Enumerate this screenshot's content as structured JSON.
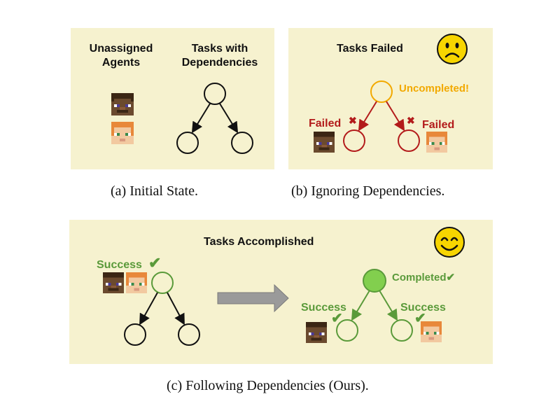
{
  "panel_a": {
    "unassigned_line1": "Unassigned",
    "unassigned_line2": "Agents",
    "tasks_line1": "Tasks with",
    "tasks_line2": "Dependencies"
  },
  "panel_b": {
    "title": "Tasks Failed",
    "uncompleted": "Uncompleted!",
    "failed_left": "Failed",
    "failed_right": "Failed",
    "cross_symbol": "✖"
  },
  "panel_c": {
    "title": "Tasks Accomplished",
    "success_top": "Success",
    "completed": "Completed",
    "success_left": "Success",
    "success_right": "Success",
    "check_symbol": "✔"
  },
  "captions": {
    "a": "(a)  Initial State.",
    "b": "(b)  Ignoring Dependencies.",
    "c": "(c)  Following Dependencies (Ours)."
  },
  "colors": {
    "panel_bg": "#f6f2cf",
    "text_dark": "#111111",
    "fail_red": "#b31b1b",
    "warn_orange": "#f2a900",
    "success_green": "#5a9a3a",
    "node_fill_green": "#82cf4e",
    "emoji_yellow": "#f7d500",
    "arrow_gray": "#9a9a9a"
  },
  "icons": [
    "steve-face-icon",
    "alex-face-icon",
    "sad-face-icon",
    "happy-face-icon",
    "cross-icon",
    "check-icon",
    "right-arrow-icon"
  ]
}
